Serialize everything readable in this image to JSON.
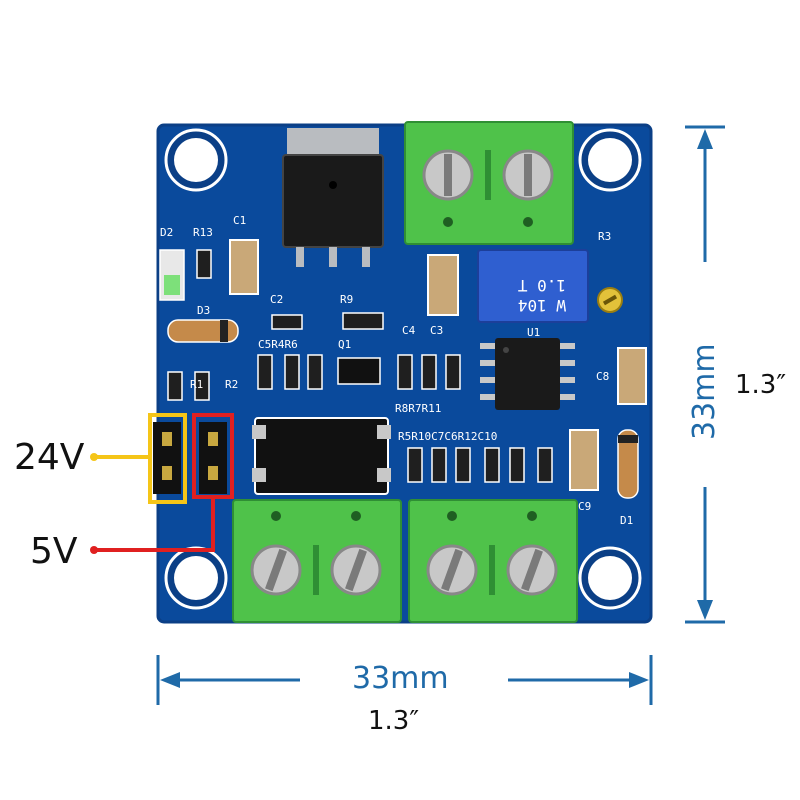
{
  "colors": {
    "pcb": "#0a4a9c",
    "pcb_edge": "#0b3f86",
    "terminal": "#4fc24a",
    "terminal_dark": "#2f8f34",
    "dimension": "#1f6aa8",
    "marker_yellow": "#f5c518",
    "marker_red": "#e02020",
    "trimmer": "#2f5fd0",
    "silkscreen": "#ffffff"
  },
  "dimensions": {
    "width_mm": "33mm",
    "width_in": "1.3″",
    "height_mm": "33mm",
    "height_in": "1.3″"
  },
  "jumper_labels": {
    "high": "24V",
    "low": "5V"
  },
  "silkscreen": {
    "d2": "D2",
    "r13": "R13",
    "c1": "C1",
    "c2": "C2",
    "r9": "R9",
    "d3": "D3",
    "c5r4r6": "C5R4R6",
    "q1": "Q1",
    "c4": "C4",
    "c3": "C3",
    "r3": "R3",
    "u1": "U1",
    "c8": "C8",
    "r1": "R1",
    "r2": "R2",
    "r8r7r11": "R8R7R11",
    "r5r10c7c6r12c10": "R5R10C7C6R12C10",
    "c9": "C9",
    "d1": "D1"
  },
  "parts": {
    "trimmer_line1": "1.0 T",
    "trimmer_line2": "W 104"
  },
  "icons": [
    "screw-icon"
  ]
}
